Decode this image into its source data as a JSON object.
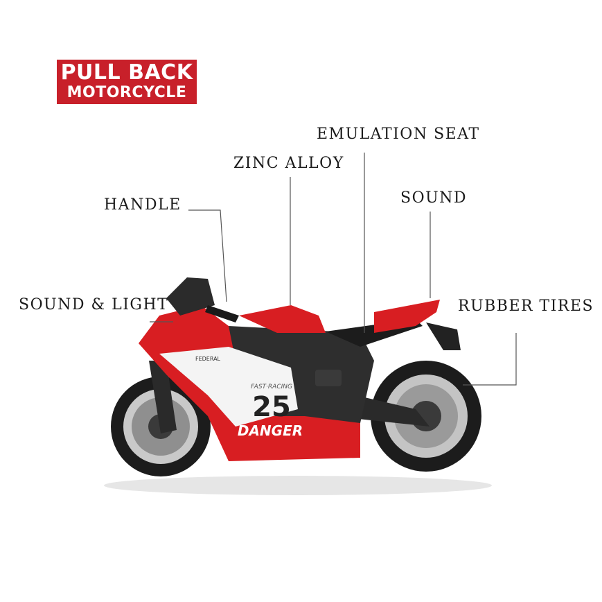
{
  "badge": {
    "line1": "PULL BACK",
    "line2": "MOTORCYCLE"
  },
  "callouts": {
    "emulation_seat": "EMULATION SEAT",
    "zinc_alloy": "ZINC ALLOY",
    "sound": "SOUND",
    "handle": "HANDLE",
    "sound_light": "SOUND & LIGHT",
    "rubber_tires": "RUBBER TIRES"
  },
  "motorcycle": {
    "race_number": "25",
    "fairing_text": "DANGER",
    "small_text_1": "FAST·RACING",
    "small_text_2": "FEDERAL",
    "colors": {
      "body": "#d81e22",
      "white": "#f4f4f4",
      "tire": "#1c1c1c",
      "rim": "#b9b9b9",
      "frame": "#2a2a2a"
    }
  }
}
